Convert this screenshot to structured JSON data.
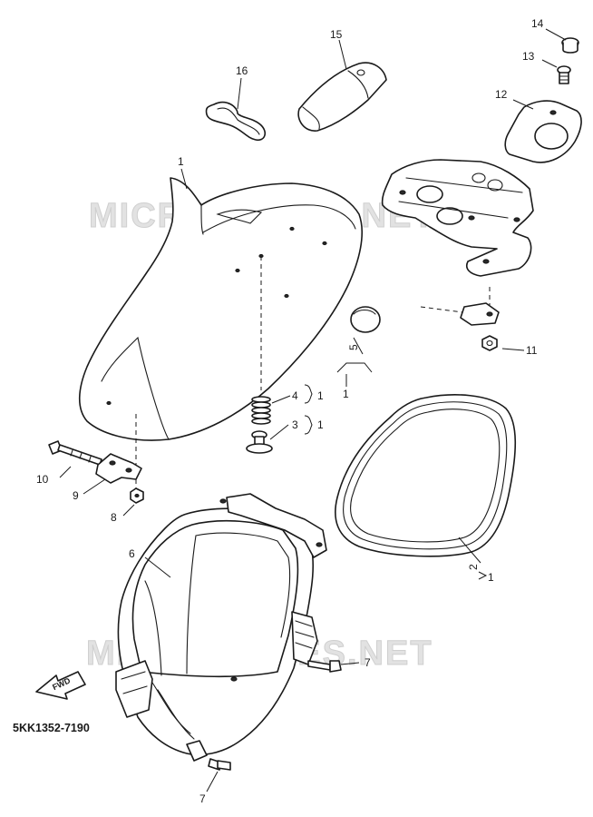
{
  "watermarks": [
    "MICROFICHES.NET",
    "MICROFICHES.NET"
  ],
  "diagram_code": "5KK1352-7190",
  "fwd_label": "FWD",
  "callouts": {
    "c14": "14",
    "c13": "13",
    "c15": "15",
    "c16": "16",
    "c12": "12",
    "c1_seat": "1",
    "c11": "11",
    "c5": "5",
    "c5_qty": "1",
    "c4": "4",
    "c4_qty": "1",
    "c3": "3",
    "c3_qty": "1",
    "c10": "10",
    "c9": "9",
    "c8": "8",
    "c6": "6",
    "c2": "2",
    "c2_qty": "1",
    "c7_right": "7",
    "c7_bottom": "7"
  },
  "colors": {
    "line": "#1a1a1a",
    "watermark": "#e2e2e2",
    "background": "#ffffff"
  }
}
